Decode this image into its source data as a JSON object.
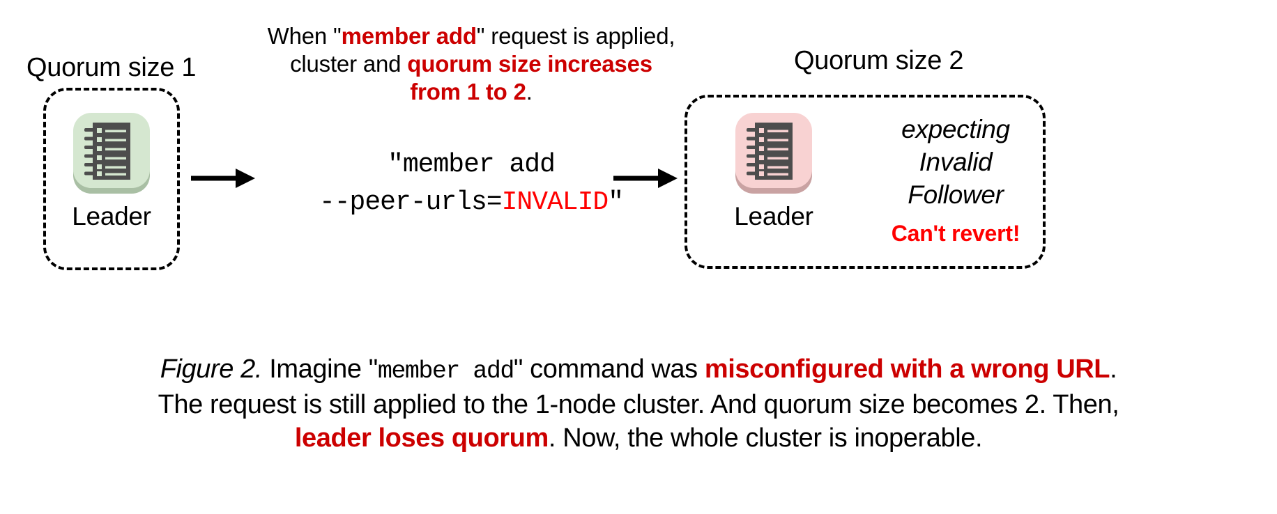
{
  "figure": {
    "left_cluster": {
      "title": "Quorum size 1",
      "node_label": "Leader",
      "icon_name": "etcd-node-ledger-icon",
      "icon_bg": "#d5e7d0",
      "icon_shadow": "#a9bfa4",
      "icon_body": "#4d4d4d"
    },
    "right_cluster": {
      "title": "Quorum size 2",
      "node_label": "Leader",
      "icon_name": "etcd-node-ledger-icon",
      "icon_bg": "#f8d2d2",
      "icon_shadow": "#c9a2a2",
      "icon_body": "#4d4d4d",
      "note_line_1": "expecting",
      "note_line_2": "Invalid",
      "note_line_3": "Follower",
      "warning": "Can't revert!"
    },
    "explanation": {
      "line1_pre": "When \"",
      "line1_bold": "member add",
      "line1_post": "\" request is applied,",
      "line2_pre": "cluster and ",
      "line2_bold": "quorum size increases",
      "line3_bold": "from 1 to 2",
      "line3_post": "."
    },
    "command": {
      "line1": "\"member add",
      "line2_pre": "--peer-urls=",
      "line2_invalid": "INVALID",
      "line2_post": "\""
    },
    "caption": {
      "label": "Figure 2.",
      "seg1": " Imagine \"",
      "cmd1": "member add",
      "seg2": "\" command was ",
      "bold1": "misconfigured with a wrong URL",
      "seg3": ".",
      "seg4": "The request is still applied to the 1-node cluster. And quorum size becomes 2. Then,",
      "bold2": "leader loses quorum",
      "seg5": ". Now, the whole cluster is inoperable."
    },
    "colors": {
      "accent_dark_red": "#cc0000",
      "accent_bright_red": "#ff0000",
      "ink": "#000000",
      "background": "#ffffff"
    }
  }
}
